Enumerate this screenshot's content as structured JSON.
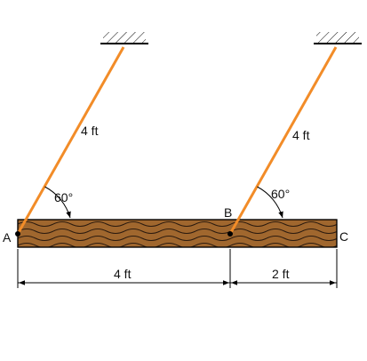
{
  "labels": {
    "cable_left_length": "4 ft",
    "cable_right_length": "4 ft",
    "angle_left": "60°",
    "angle_right": "60°",
    "point_a": "A",
    "point_b": "B",
    "point_c": "C",
    "dim_ab": "4 ft",
    "dim_bc": "2 ft"
  },
  "colors": {
    "cable": "#f28c28",
    "beam_fill": "#a0672e",
    "wood_grain": "#2b1a0e",
    "outline": "#000000"
  },
  "icons": {
    "supports": "hatched-ceiling-icon",
    "pin": "pin-dot-icon"
  }
}
